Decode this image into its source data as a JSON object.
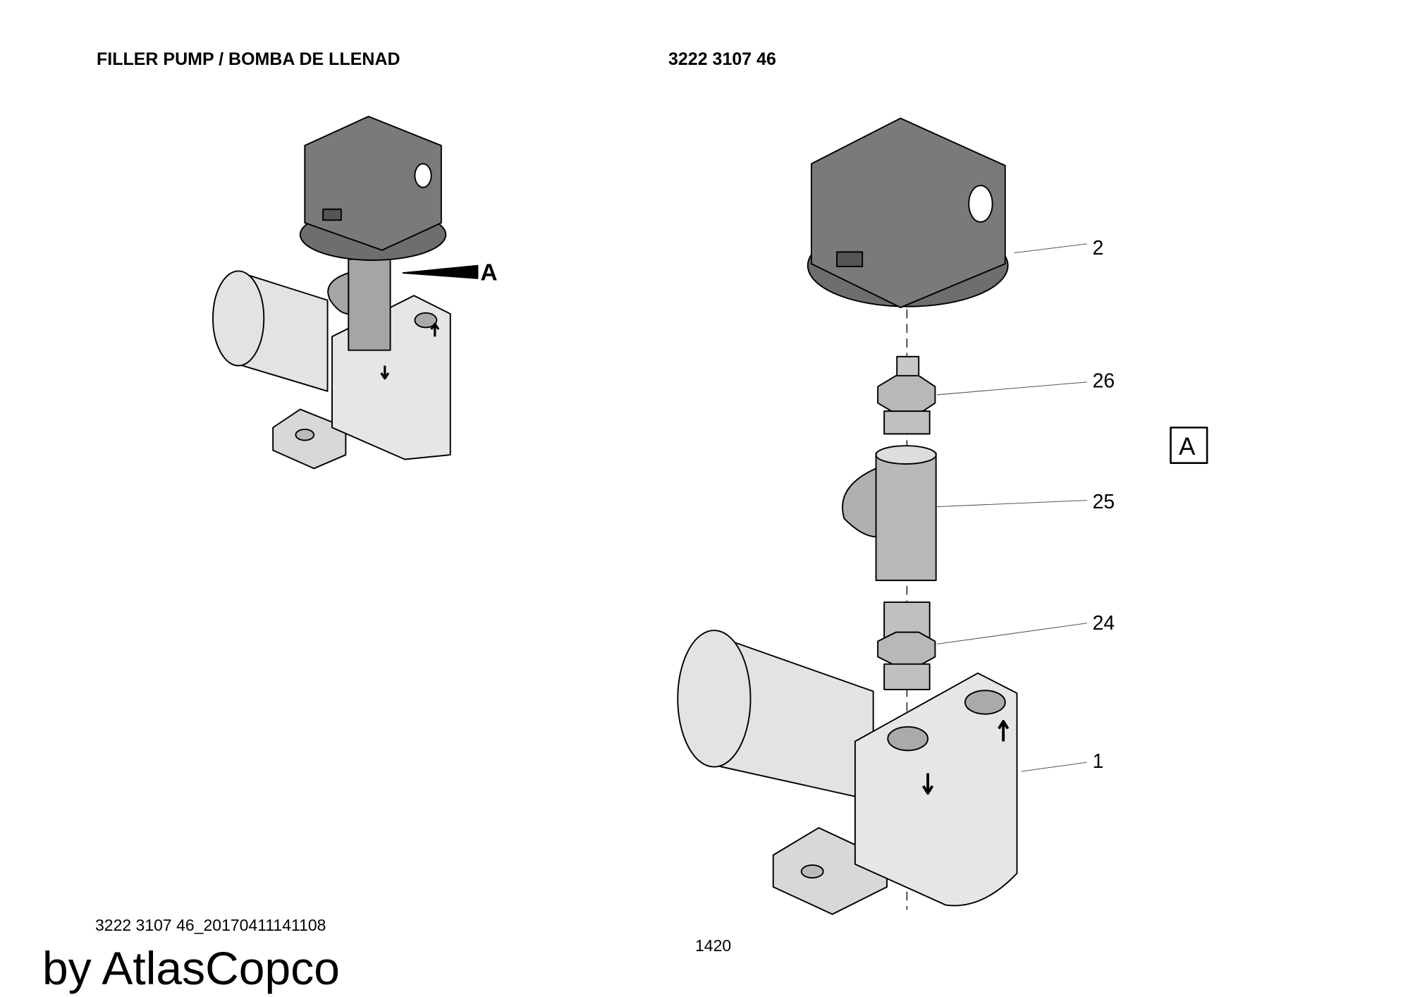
{
  "header": {
    "title": "FILLER PUMP / BOMBA DE LLENAD",
    "part_number": "3222 3107 46"
  },
  "overview": {
    "detail_label": "A"
  },
  "exploded": {
    "detail_box_label": "A",
    "callouts": [
      {
        "id": "2"
      },
      {
        "id": "26"
      },
      {
        "id": "25"
      },
      {
        "id": "24"
      },
      {
        "id": "1"
      }
    ]
  },
  "footer": {
    "doc_id": "3222 3107 46_20170411141108",
    "page_number": "1420",
    "watermark": "by AtlasCopco"
  },
  "colors": {
    "housing": "#7a7a7a",
    "pump": "#e3e3e3",
    "fitting": "#b8b8b8"
  }
}
